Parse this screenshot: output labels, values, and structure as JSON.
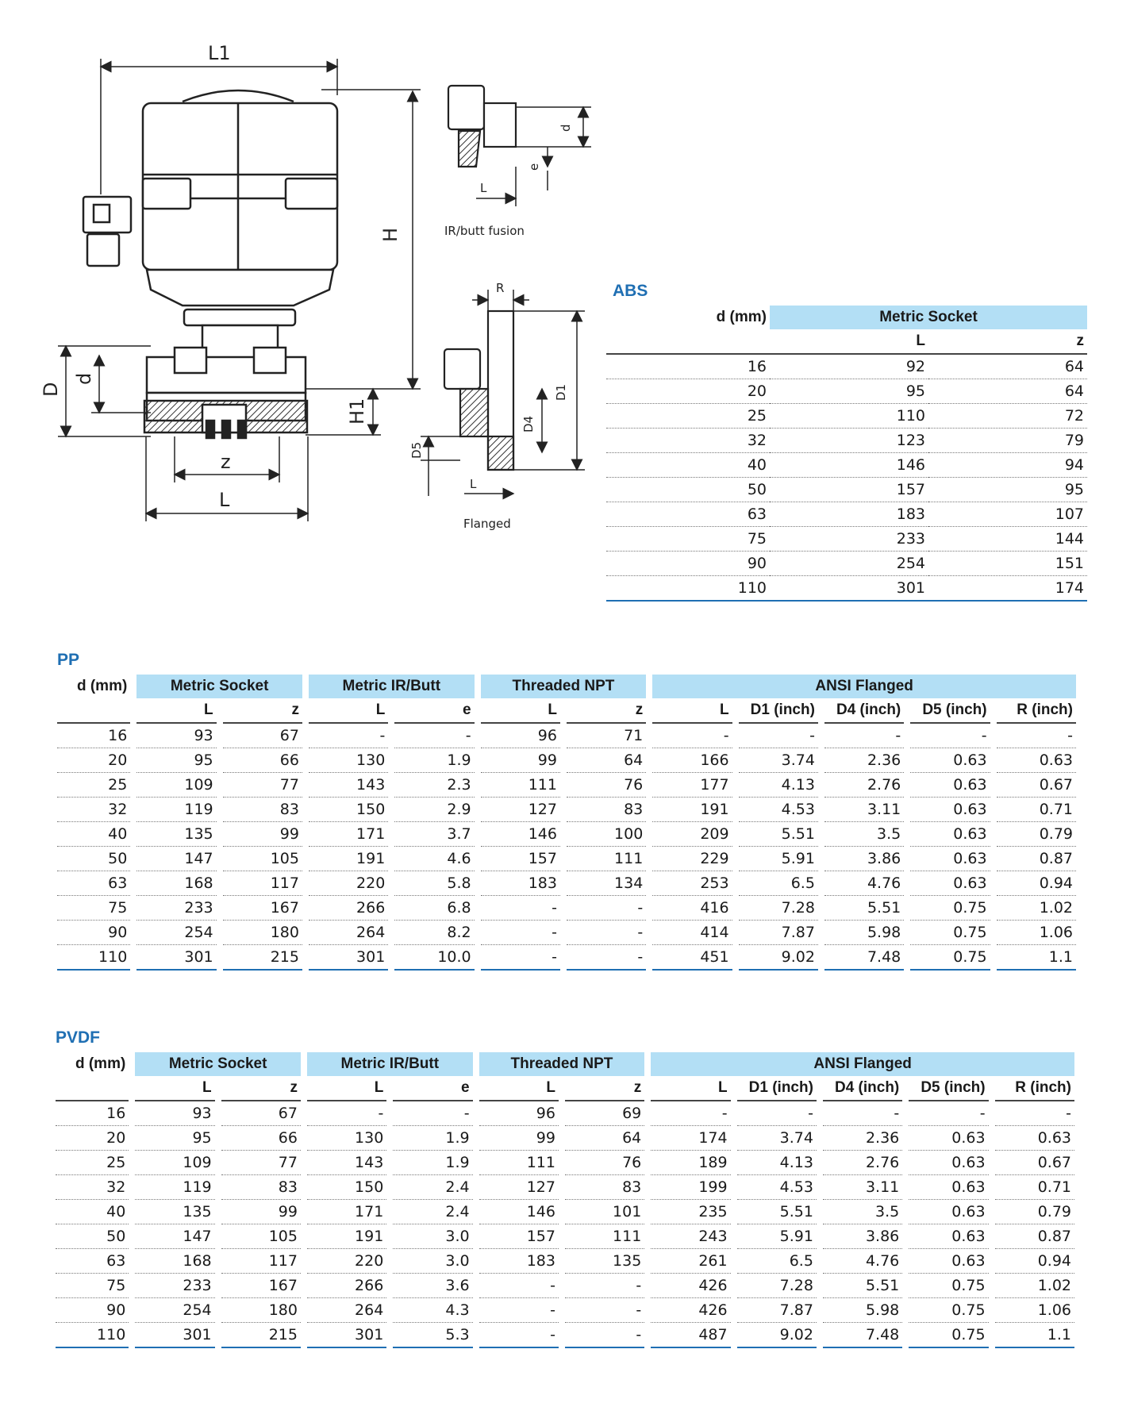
{
  "drawing": {
    "labels": {
      "L1": "L1",
      "H": "H",
      "D": "D",
      "d": "d",
      "H1": "H1",
      "z": "z",
      "L": "L",
      "ir_d": "d",
      "ir_e": "e",
      "ir_L": "L",
      "ir_caption": "IR/butt fusion",
      "fl_R": "R",
      "fl_D1": "D1",
      "fl_D4": "D4",
      "fl_D5": "D5",
      "fl_L": "L",
      "fl_caption": "Flanged"
    }
  },
  "abs": {
    "title": "ABS",
    "d_label": "d (mm)",
    "group": "Metric Socket",
    "sub": [
      "L",
      "z"
    ],
    "rows": [
      [
        "16",
        "92",
        "64"
      ],
      [
        "20",
        "95",
        "64"
      ],
      [
        "25",
        "110",
        "72"
      ],
      [
        "32",
        "123",
        "79"
      ],
      [
        "40",
        "146",
        "94"
      ],
      [
        "50",
        "157",
        "95"
      ],
      [
        "63",
        "183",
        "107"
      ],
      [
        "75",
        "233",
        "144"
      ],
      [
        "90",
        "254",
        "151"
      ],
      [
        "110",
        "301",
        "174"
      ]
    ]
  },
  "pp": {
    "title": "PP",
    "d_label": "d (mm)",
    "groups": [
      "Metric Socket",
      "Metric IR/Butt",
      "Threaded NPT",
      "ANSI Flanged"
    ],
    "sub": [
      "L",
      "z",
      "L",
      "e",
      "L",
      "z",
      "L",
      "D1 (inch)",
      "D4 (inch)",
      "D5 (inch)",
      "R (inch)"
    ],
    "rows": [
      [
        "16",
        "93",
        "67",
        "-",
        "-",
        "96",
        "71",
        "-",
        "-",
        "-",
        "-",
        "-"
      ],
      [
        "20",
        "95",
        "66",
        "130",
        "1.9",
        "99",
        "64",
        "166",
        "3.74",
        "2.36",
        "0.63",
        "0.63"
      ],
      [
        "25",
        "109",
        "77",
        "143",
        "2.3",
        "111",
        "76",
        "177",
        "4.13",
        "2.76",
        "0.63",
        "0.67"
      ],
      [
        "32",
        "119",
        "83",
        "150",
        "2.9",
        "127",
        "83",
        "191",
        "4.53",
        "3.11",
        "0.63",
        "0.71"
      ],
      [
        "40",
        "135",
        "99",
        "171",
        "3.7",
        "146",
        "100",
        "209",
        "5.51",
        "3.5",
        "0.63",
        "0.79"
      ],
      [
        "50",
        "147",
        "105",
        "191",
        "4.6",
        "157",
        "111",
        "229",
        "5.91",
        "3.86",
        "0.63",
        "0.87"
      ],
      [
        "63",
        "168",
        "117",
        "220",
        "5.8",
        "183",
        "134",
        "253",
        "6.5",
        "4.76",
        "0.63",
        "0.94"
      ],
      [
        "75",
        "233",
        "167",
        "266",
        "6.8",
        "-",
        "-",
        "416",
        "7.28",
        "5.51",
        "0.75",
        "1.02"
      ],
      [
        "90",
        "254",
        "180",
        "264",
        "8.2",
        "-",
        "-",
        "414",
        "7.87",
        "5.98",
        "0.75",
        "1.06"
      ],
      [
        "110",
        "301",
        "215",
        "301",
        "10.0",
        "-",
        "-",
        "451",
        "9.02",
        "7.48",
        "0.75",
        "1.1"
      ]
    ]
  },
  "pvdf": {
    "title": "PVDF",
    "d_label": "d (mm)",
    "groups": [
      "Metric Socket",
      "Metric IR/Butt",
      "Threaded NPT",
      "ANSI Flanged"
    ],
    "sub": [
      "L",
      "z",
      "L",
      "e",
      "L",
      "z",
      "L",
      "D1 (inch)",
      "D4 (inch)",
      "D5 (inch)",
      "R (inch)"
    ],
    "rows": [
      [
        "16",
        "93",
        "67",
        "-",
        "-",
        "96",
        "69",
        "-",
        "-",
        "-",
        "-",
        "-"
      ],
      [
        "20",
        "95",
        "66",
        "130",
        "1.9",
        "99",
        "64",
        "174",
        "3.74",
        "2.36",
        "0.63",
        "0.63"
      ],
      [
        "25",
        "109",
        "77",
        "143",
        "1.9",
        "111",
        "76",
        "189",
        "4.13",
        "2.76",
        "0.63",
        "0.67"
      ],
      [
        "32",
        "119",
        "83",
        "150",
        "2.4",
        "127",
        "83",
        "199",
        "4.53",
        "3.11",
        "0.63",
        "0.71"
      ],
      [
        "40",
        "135",
        "99",
        "171",
        "2.4",
        "146",
        "101",
        "235",
        "5.51",
        "3.5",
        "0.63",
        "0.79"
      ],
      [
        "50",
        "147",
        "105",
        "191",
        "3.0",
        "157",
        "111",
        "243",
        "5.91",
        "3.86",
        "0.63",
        "0.87"
      ],
      [
        "63",
        "168",
        "117",
        "220",
        "3.0",
        "183",
        "135",
        "261",
        "6.5",
        "4.76",
        "0.63",
        "0.94"
      ],
      [
        "75",
        "233",
        "167",
        "266",
        "3.6",
        "-",
        "-",
        "426",
        "7.28",
        "5.51",
        "0.75",
        "1.02"
      ],
      [
        "90",
        "254",
        "180",
        "264",
        "4.3",
        "-",
        "-",
        "426",
        "7.87",
        "5.98",
        "0.75",
        "1.06"
      ],
      [
        "110",
        "301",
        "215",
        "301",
        "5.3",
        "-",
        "-",
        "487",
        "9.02",
        "7.48",
        "0.75",
        "1.1"
      ]
    ]
  }
}
